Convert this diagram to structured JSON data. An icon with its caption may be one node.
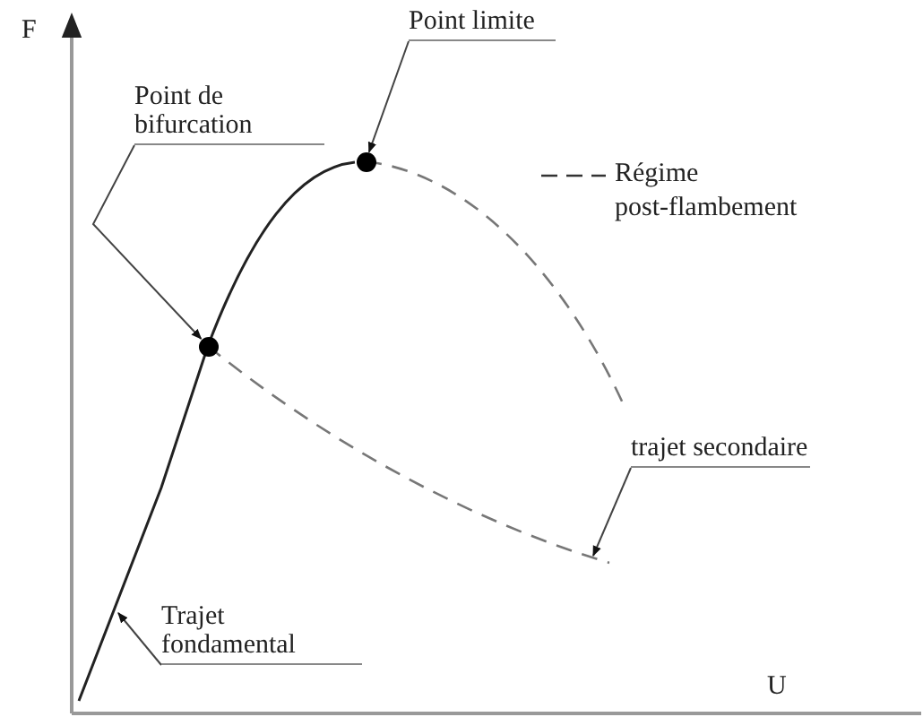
{
  "diagram": {
    "nodes": [
      {
        "text": [
          "Point de bifurcation"
        ]
      },
      {
        "text": [
          "Point limite"
        ]
      },
      {
        "text": [
          "Trajet fondamental"
        ]
      },
      {
        "text": [
          "trajet secondaire"
        ]
      },
      {
        "text": [],
        "shape": "circle"
      },
      {
        "text": [],
        "shape": "circle"
      }
    ],
    "edges": [
      {
        "from": 0,
        "to": 4,
        "arrow": "to"
      },
      {
        "from": 1,
        "to": 5,
        "arrow": "to"
      },
      {
        "from": 2,
        "to": null,
        "arrow": "to"
      },
      {
        "from": 3,
        "to": null,
        "arrow": "to"
      }
    ],
    "labels": [
      "F",
      "U"
    ],
    "legend": [
      {
        "text": "Régime post-flambement"
      }
    ]
  }
}
